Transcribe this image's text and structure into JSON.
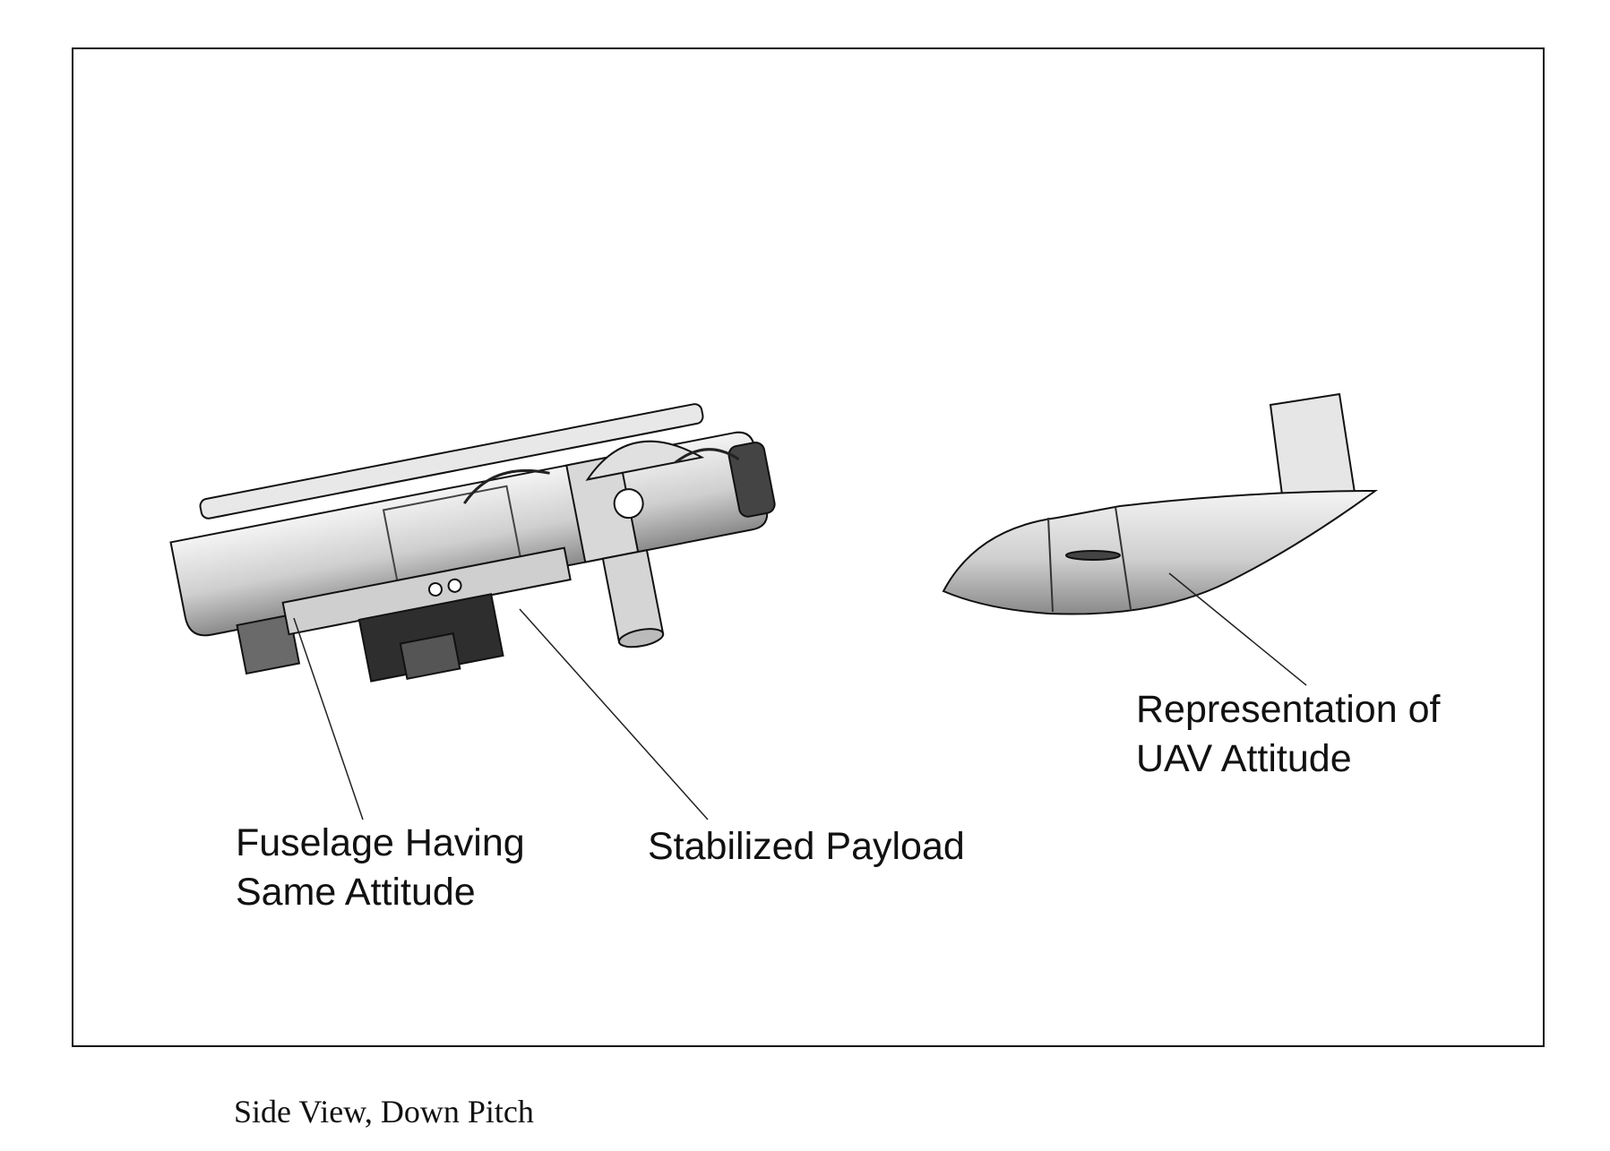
{
  "labels": {
    "fuselage": "Fuselage Having\nSame Attitude",
    "payload": "Stabilized Payload",
    "uav": "Representation of\nUAV Attitude"
  },
  "caption": "Side View, Down Pitch",
  "colors": {
    "line": "#111111",
    "shade": "#bdbdbd",
    "dark": "#3a3a3a"
  }
}
